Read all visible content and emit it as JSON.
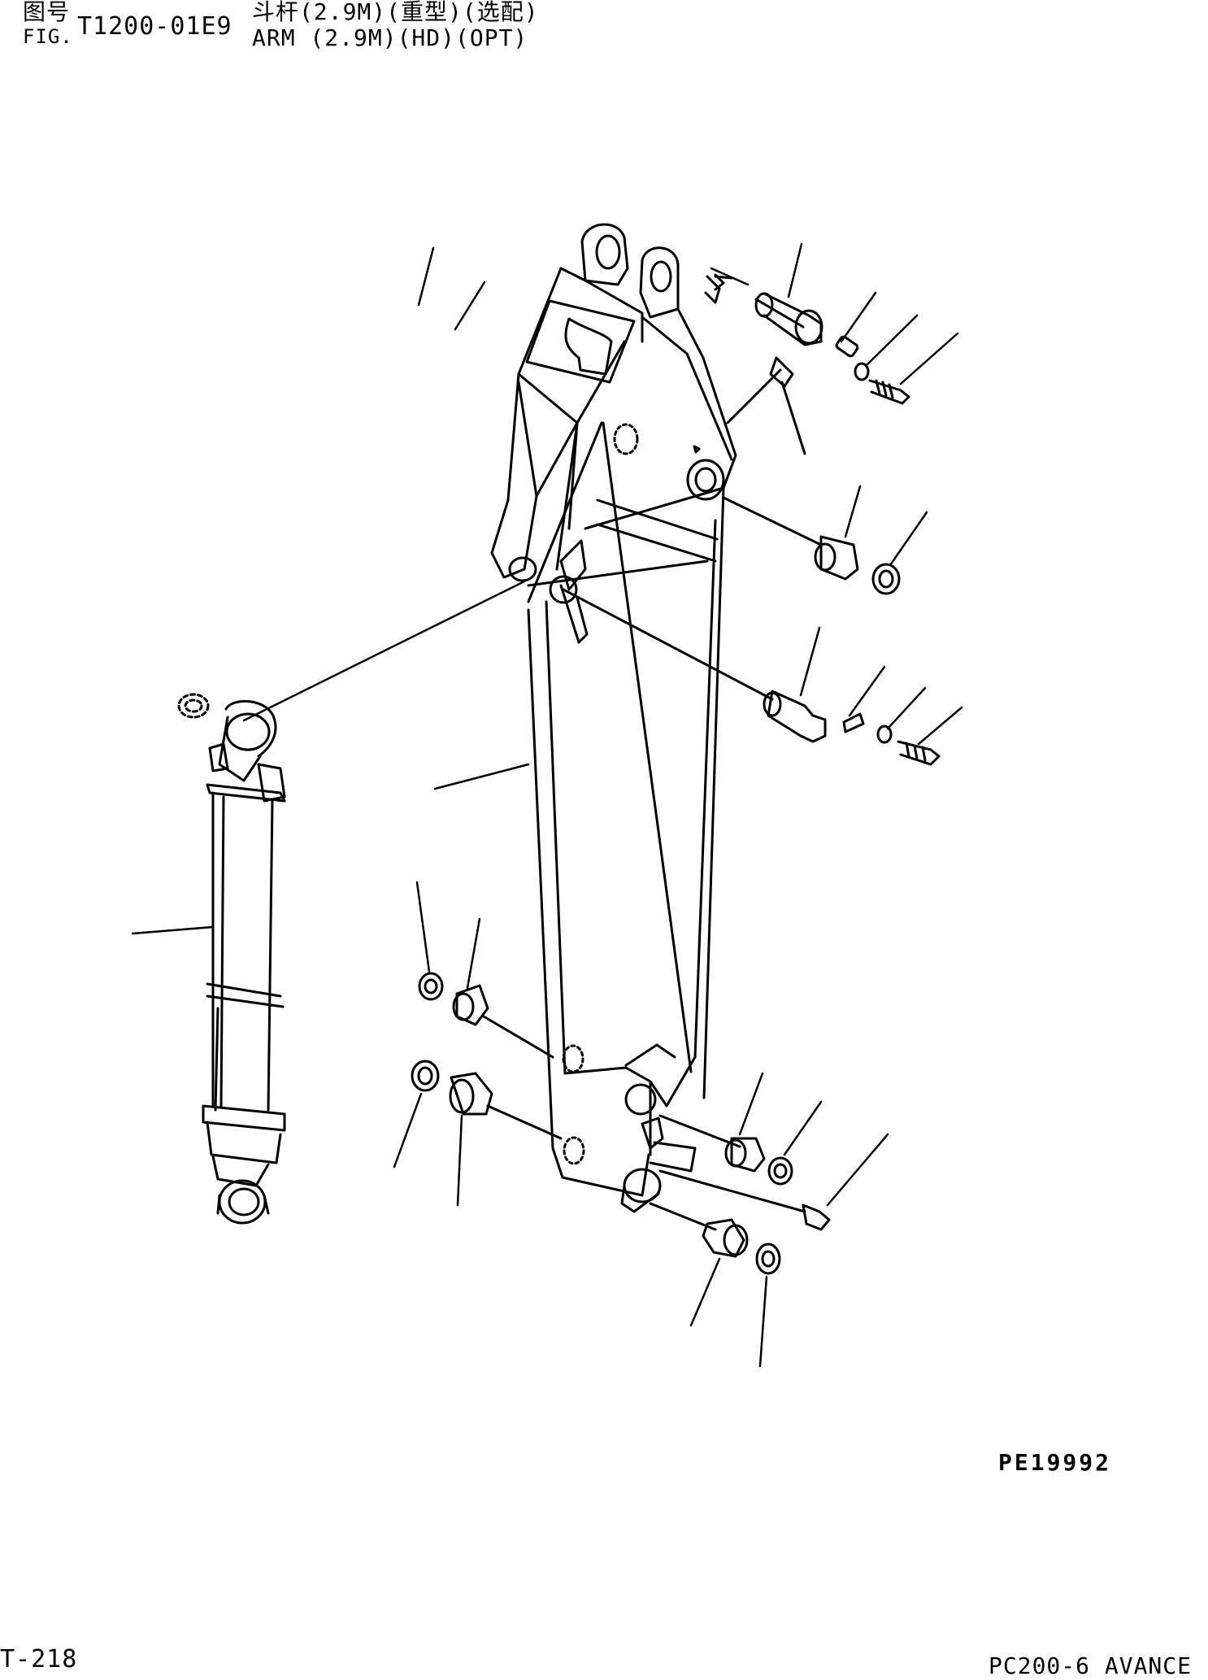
{
  "header": {
    "fig_label_cn": "图号",
    "fig_label_en": "FIG.",
    "fig_number": "T1200-01E9",
    "title_cn": "斗杆(2.9M)(重型)(选配)",
    "title_en": "ARM (2.9M)(HD)(OPT)"
  },
  "drawing_code": "PE19992",
  "footer": {
    "page_number": "T-218",
    "model": "PC200-6 AVANCE"
  }
}
